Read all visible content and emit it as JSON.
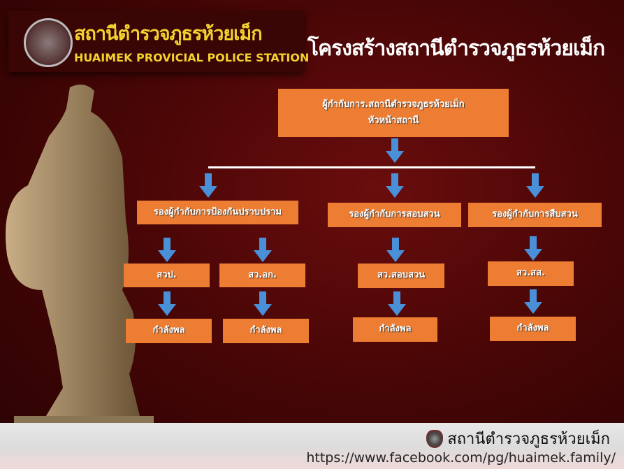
{
  "header": {
    "thai_name": "สถานีตำรวจภูธรห้วยเม็ก",
    "english_name": "HUAIMEK PROVICIAL POLICE STATION",
    "title": "โครงสร้างสถานีตำรวจภูธรห้วยเม็ก"
  },
  "chart": {
    "top": {
      "line1": "ผู้กำกับการ.สถานีตำรวจภูธรห้วยเม็ก",
      "line2": "หัวหน้าสถานี"
    },
    "deputies": [
      "รองผู้กำกับการป้องกันปราบปราม",
      "รองผู้กำกับการสอบสวน",
      "รองผู้กำกับการสืบสวน"
    ],
    "units": [
      "สวป.",
      "สว.อก.",
      "สว.สอบสวน",
      "สว.สส."
    ],
    "forces": [
      "กำลังพล",
      "กำลังพล",
      "กำลังพล",
      "กำลังพล"
    ],
    "arrow_color": "#4a90d9",
    "box_color": "#ec7d32"
  },
  "footer": {
    "name": "สถานีตำรวจภูธรห้วยเม็ก",
    "url": "https://www.facebook.com/pg/huaimek.family/"
  }
}
